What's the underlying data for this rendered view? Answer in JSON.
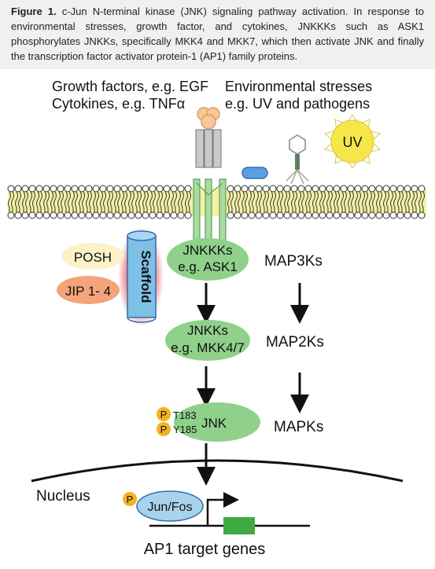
{
  "caption": {
    "label": "Figure 1.",
    "text": "c-Jun N-terminal kinase (JNK) signaling pathway activation. In response to environmental stresses, growth factor, and cytokines, JNKKKs such as ASK1 phosphorylates JNKKs, specifically MKK4 and MKK7, which then activate JNK and finally the transcription factor activator protein-1 (AP1) family proteins."
  },
  "diagram": {
    "stimuli_left_line1": "Growth factors, e.g. EGF",
    "stimuli_left_line2": "Cytokines, e.g. TNFα",
    "stimuli_right_line1": "Environmental stresses",
    "stimuli_right_line2": "e.g. UV and pathogens",
    "uv_label": "UV",
    "scaffold_label": "Scaffold",
    "posh_label": "POSH",
    "jip_label": "JIP 1- 4",
    "jnkkk_line1": "JNKKKs",
    "jnkkk_line2": "e.g. ASK1",
    "map3k_label": "MAP3Ks",
    "jnkk_line1": "JNKKs",
    "jnkk_line2": "e.g. MKK4/7",
    "map2k_label": "MAP2Ks",
    "phospho_label": "P",
    "t183_label": "T183",
    "y185_label": "Y185",
    "jnk_label": "JNK",
    "mapk_label": "MAPKs",
    "nucleus_label": "Nucleus",
    "junfos_label": "Jun/Fos",
    "target_genes_label": "AP1 target genes"
  },
  "colors": {
    "caption_bg": "#f0f0f0",
    "kinase_green": "#8fd18b",
    "membrane_yellow": "#f3f1a6",
    "scaffold_blue": "#7fc0e6",
    "scaffold_glow": "#f06f6f",
    "posh_cream": "#fdf1c8",
    "jip_orange": "#f5a37a",
    "phospho_yellow": "#f2b320",
    "junfos_blue": "#a9d3ec",
    "gene_green": "#3faa3f",
    "uv_yellow": "#f7e64a"
  }
}
